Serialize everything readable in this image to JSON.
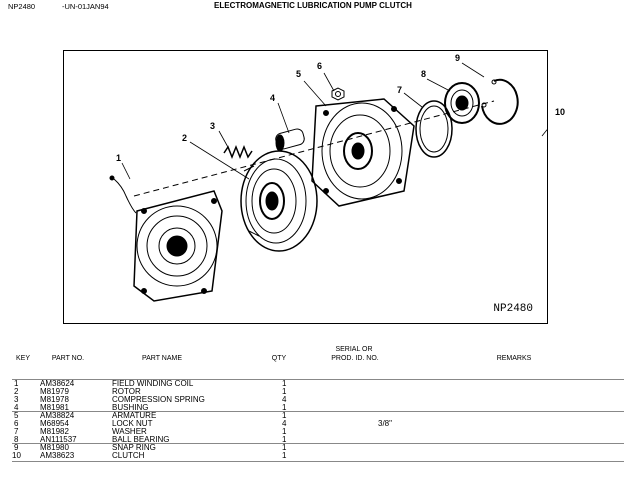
{
  "header": {
    "doc_code": "NP2480",
    "date_code": "-UN-01JAN94",
    "title": "ELECTROMAGNETIC LUBRICATION PUMP CLUTCH"
  },
  "figure": {
    "reference": "NP2480",
    "callouts": [
      "1",
      "2",
      "3",
      "4",
      "5",
      "6",
      "7",
      "8",
      "9",
      "10"
    ]
  },
  "table": {
    "headers": {
      "key": "KEY",
      "part_no": "PART NO.",
      "part_name": "PART NAME",
      "qty": "QTY",
      "serial_line1": "SERIAL OR",
      "serial_line2": "PROD. ID. NO.",
      "remarks": "REMARKS"
    },
    "rows": [
      {
        "key": "1",
        "part": "AM38624",
        "name": "FIELD WINDING COIL",
        "qty": "1",
        "serial": ""
      },
      {
        "key": "2",
        "part": "M81979",
        "name": "ROTOR",
        "qty": "1",
        "serial": ""
      },
      {
        "key": "3",
        "part": "M81978",
        "name": "COMPRESSION SPRING",
        "qty": "4",
        "serial": ""
      },
      {
        "key": "4",
        "part": "M81981",
        "name": "BUSHING",
        "qty": "1",
        "serial": ""
      },
      {
        "key": "5",
        "part": "AM38824",
        "name": "ARMATURE",
        "qty": "1",
        "serial": ""
      },
      {
        "key": "6",
        "part": "M68954",
        "name": "LOCK NUT",
        "qty": "4",
        "serial": "3/8\""
      },
      {
        "key": "7",
        "part": "M81982",
        "name": "WASHER",
        "qty": "1",
        "serial": ""
      },
      {
        "key": "8",
        "part": "AN111537",
        "name": "BALL BEARING",
        "qty": "1",
        "serial": ""
      },
      {
        "key": "9",
        "part": "M81980",
        "name": "SNAP RING",
        "qty": "1",
        "serial": ""
      },
      {
        "key": "10",
        "part": "AM38623",
        "name": "CLUTCH",
        "qty": "1",
        "serial": ""
      }
    ]
  }
}
